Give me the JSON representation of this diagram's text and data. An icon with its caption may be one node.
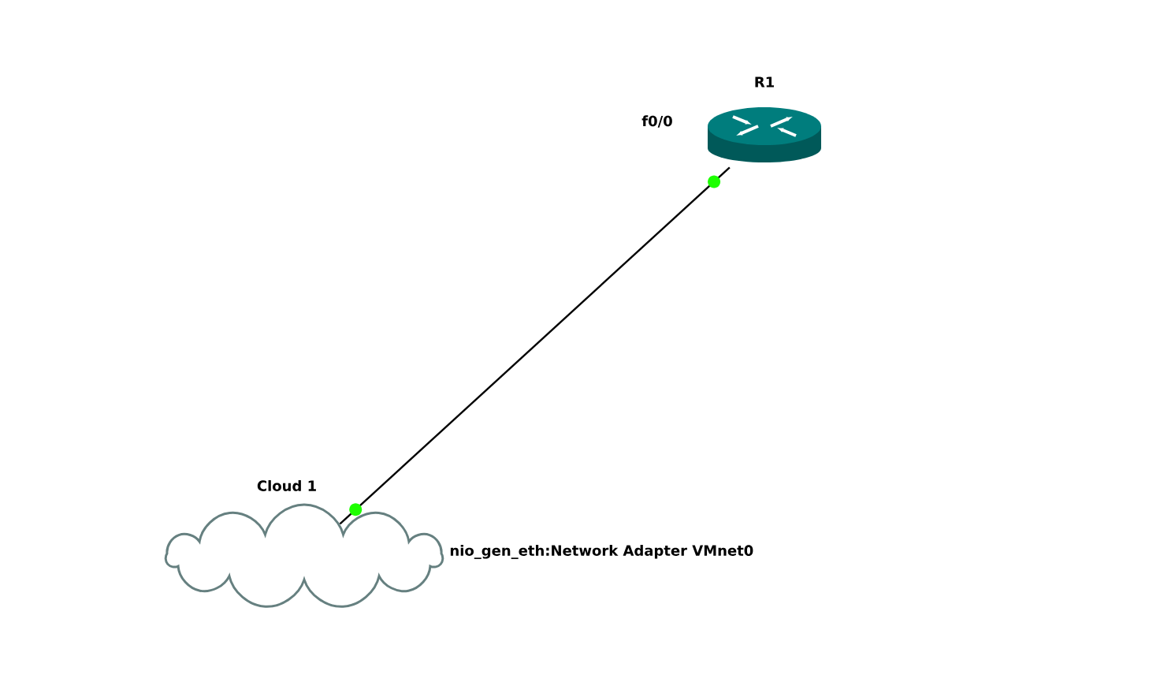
{
  "diagram": {
    "nodes": [
      {
        "text": [
          "R1"
        ],
        "beside": [
          "f0/0"
        ]
      },
      {
        "text": [
          "Cloud 1"
        ],
        "beside": [
          "nio_gen_eth:Network Adapter VMnet0"
        ]
      }
    ],
    "edges": [
      {
        "from": 0,
        "to": 1,
        "arrow": "none"
      }
    ]
  }
}
